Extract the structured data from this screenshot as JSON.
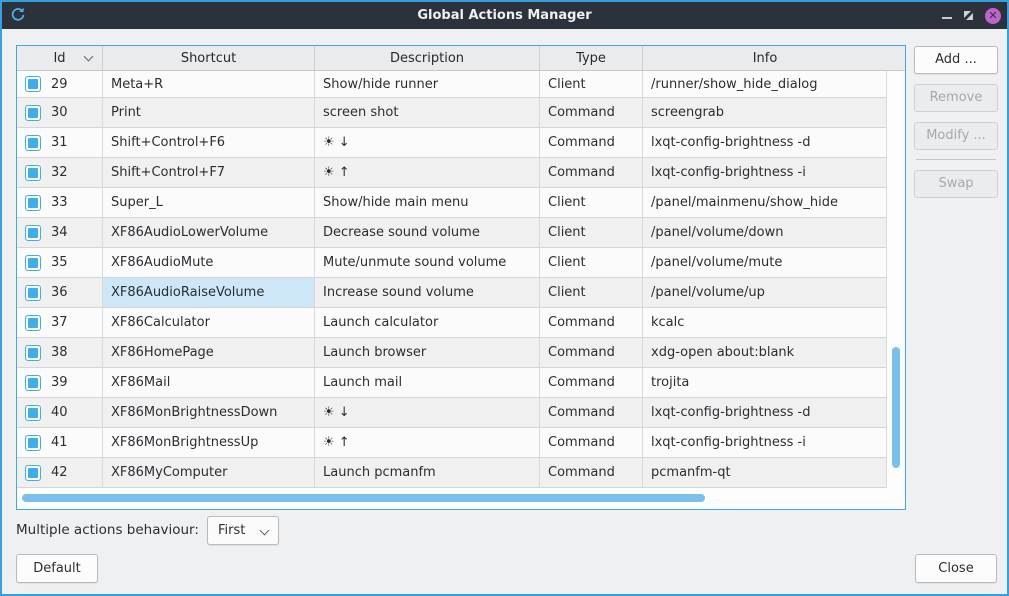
{
  "window": {
    "title": "Global Actions Manager",
    "icon": "circular-arrow",
    "controls": {
      "minimize": "minimize",
      "restore": "restore",
      "close": "x"
    }
  },
  "table": {
    "columns": [
      "Id",
      "Shortcut",
      "Description",
      "Type",
      "Info"
    ],
    "sort_column": "Id",
    "rows": [
      {
        "id": "29",
        "shortcut": "Meta+R",
        "description": "Show/hide runner",
        "type": "Client",
        "info": "/runner/show_hide_dialog"
      },
      {
        "id": "30",
        "shortcut": "Print",
        "description": "screen shot",
        "type": "Command",
        "info": "screengrab"
      },
      {
        "id": "31",
        "shortcut": "Shift+Control+F6",
        "description": "☀ ↓",
        "type": "Command",
        "info": "lxqt-config-brightness -d"
      },
      {
        "id": "32",
        "shortcut": "Shift+Control+F7",
        "description": "☀ ↑",
        "type": "Command",
        "info": "lxqt-config-brightness -i"
      },
      {
        "id": "33",
        "shortcut": "Super_L",
        "description": "Show/hide main menu",
        "type": "Client",
        "info": "/panel/mainmenu/show_hide"
      },
      {
        "id": "34",
        "shortcut": "XF86AudioLowerVolume",
        "description": "Decrease sound volume",
        "type": "Client",
        "info": "/panel/volume/down"
      },
      {
        "id": "35",
        "shortcut": "XF86AudioMute",
        "description": "Mute/unmute sound volume",
        "type": "Client",
        "info": "/panel/volume/mute"
      },
      {
        "id": "36",
        "shortcut": "XF86AudioRaiseVolume",
        "description": "Increase sound volume",
        "type": "Client",
        "info": "/panel/volume/up",
        "selected": true
      },
      {
        "id": "37",
        "shortcut": "XF86Calculator",
        "description": "Launch calculator",
        "type": "Command",
        "info": "kcalc"
      },
      {
        "id": "38",
        "shortcut": "XF86HomePage",
        "description": "Launch browser",
        "type": "Command",
        "info": "xdg-open about:blank"
      },
      {
        "id": "39",
        "shortcut": "XF86Mail",
        "description": "Launch mail",
        "type": "Command",
        "info": "trojita"
      },
      {
        "id": "40",
        "shortcut": "XF86MonBrightnessDown",
        "description": "☀ ↓",
        "type": "Command",
        "info": "lxqt-config-brightness -d"
      },
      {
        "id": "41",
        "shortcut": "XF86MonBrightnessUp",
        "description": "☀ ↑",
        "type": "Command",
        "info": "lxqt-config-brightness -i"
      },
      {
        "id": "42",
        "shortcut": "XF86MyComputer",
        "description": "Launch pcmanfm",
        "type": "Command",
        "info": "pcmanfm-qt"
      }
    ],
    "checkbox_state": "checked"
  },
  "side_buttons": {
    "add": "Add ...",
    "remove": "Remove",
    "modify": "Modify ...",
    "swap": "Swap"
  },
  "bottom": {
    "behaviour_label": "Multiple actions behaviour:",
    "behaviour_value": "First",
    "default_button": "Default",
    "close_button": "Close"
  },
  "colors": {
    "accent_blue": "#3daee9",
    "window_border": "#35a0dd",
    "titlebar": "#2c323b",
    "selected_cell": "#cde7f8",
    "scrollbar_thumb": "#7ac0eb",
    "close_button": "#bf63cc",
    "checkbox": "#3daee9"
  }
}
